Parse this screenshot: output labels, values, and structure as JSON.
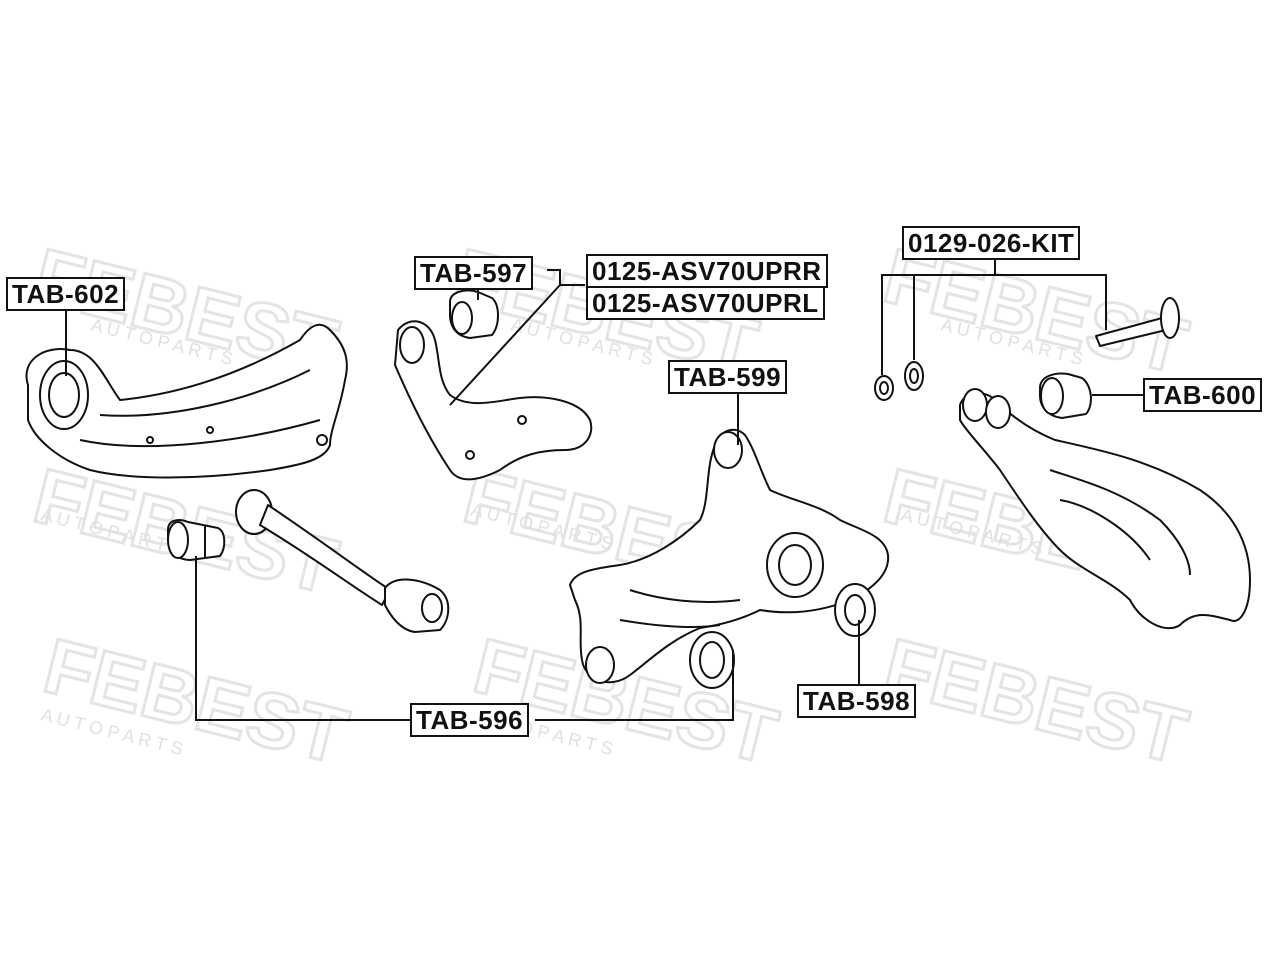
{
  "watermark": {
    "brand": "FEBEST",
    "subtitle": "A U T O   P A R T S",
    "color": "#e6e6e6"
  },
  "labels": {
    "tab602": "TAB-602",
    "tab597": "TAB-597",
    "asv_r": "0125-ASV70UPRR",
    "asv_l": "0125-ASV70UPRL",
    "tab599": "TAB-599",
    "kit": "0129-026-KIT",
    "tab600": "TAB-600",
    "tab598": "TAB-598",
    "tab596": "TAB-596"
  },
  "colors": {
    "line": "#111111",
    "background": "#ffffff"
  }
}
